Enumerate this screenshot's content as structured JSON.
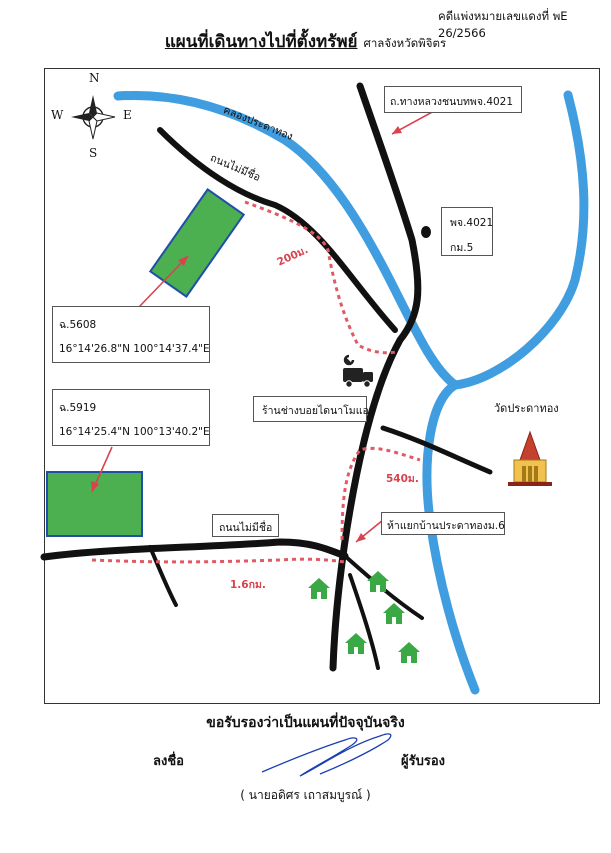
{
  "header": {
    "case_number": "คดีแพ่งหมายเลขแดงที่ พE 26/2566",
    "title": "แผนที่เดินทางไปที่ตั้งทรัพย์",
    "court": "ศาลจังหวัดพิจิตร"
  },
  "compass": {
    "north": "N",
    "south": "S",
    "east": "E",
    "west": "W"
  },
  "labels": {
    "canal": "คลองประดาทอง",
    "unnamed_road_top": "ถนนไม่มีชื่อ",
    "highway": "ถ.ทางหลวงชนบทพจ.4021",
    "km_marker_line1": "พจ.4021",
    "km_marker_line2": "กม.5",
    "dist_200": "200ม.",
    "repair_shop": "ร้านช่างบอยไดนาโมแอร์",
    "temple": "วัดประดาทอง",
    "dist_540": "540ม.",
    "unnamed_road_bottom": "ถนนไม่มีชื่อ",
    "intersection": "ห้าแยกบ้านประดาทองม.6",
    "dist_1_6": "1.6กม."
  },
  "parcels": [
    {
      "deed": "ฉ.5608",
      "coords": "16°14'26.8\"N 100°14'37.4\"E"
    },
    {
      "deed": "ฉ.5919",
      "coords": "16°14'25.4\"N 100°13'40.2\"E"
    }
  ],
  "footer": {
    "certification": "ขอรับรองว่าเป็นแผนที่ปัจจุบันจริง",
    "sign_label": "ลงชื่อ",
    "certifier_label": "ผู้รับรอง",
    "signer_name": "( นายอดิศร  เถาสมบูรณ์ )"
  },
  "colors": {
    "road": "#111111",
    "river": "#3f9de0",
    "route": "#e05a66",
    "parcel_fill": "#4caf50",
    "parcel_border": "#1f4fa8",
    "pointer": "#d9434f",
    "house": "#3aa845",
    "signature": "#1a3fb3"
  },
  "icons": [
    "compass-rose-icon",
    "mechanic-truck-icon",
    "temple-icon",
    "house-icon",
    "location-dot-icon"
  ]
}
